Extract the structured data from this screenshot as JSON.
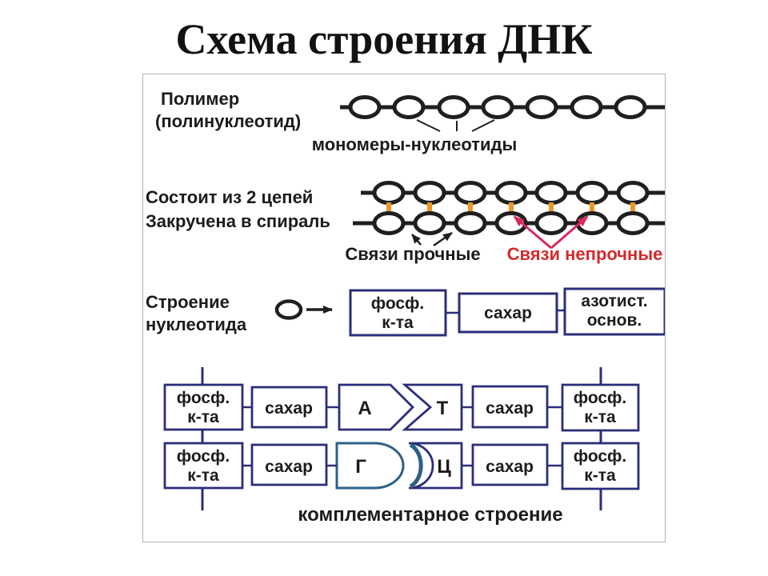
{
  "title": "Схема строения ДНК",
  "colors": {
    "navy": "#2b2e7a",
    "steel_blue": "#2e6086",
    "orange": "#ef9522",
    "red_text": "#d22b2b",
    "crimson_arrow": "#d62a5e",
    "diagram_black": "#1f1f1f"
  },
  "polymer": {
    "label_line1": "Полимер",
    "label_line2": "(полинуклеотид)",
    "monomers_label": "мономеры-нуклеотиды"
  },
  "double_chain": {
    "label_line1": "Состоит из 2 цепей",
    "label_line2": "Закручена в спираль",
    "strong_bonds_label": "Связи прочные",
    "weak_bonds_label": "Связи непрочные"
  },
  "nucleotide": {
    "label_line1": "Строение",
    "label_line2": "нуклеотида",
    "phosphate_line1": "фосф.",
    "phosphate_line2": "к-та",
    "sugar_label": "сахар",
    "nbase_line1": "азотист.",
    "nbase_line2": "основ."
  },
  "complementary": {
    "caption": "комплементарное строение",
    "phosphate_line1": "фосф.",
    "phosphate_line2": "к-та",
    "sugar_label": "сахар",
    "adenine": "А",
    "thymine": "Т",
    "guanine": "Г",
    "cytosine": "Ц"
  }
}
